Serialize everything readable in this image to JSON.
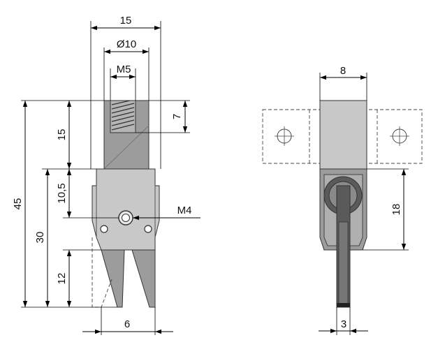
{
  "front_view": {
    "dim_overall_width": "15",
    "dim_diameter": "Ø10",
    "dim_thread": "M5",
    "dim_thread_length": "7",
    "dim_upper_height": "15",
    "dim_overall_height": "45",
    "dim_mid": "10,5",
    "dim_lower": "30",
    "dim_jaw": "12",
    "dim_screw": "M4",
    "dim_jaw_width": "6"
  },
  "side_view": {
    "dim_width": "8",
    "dim_height": "18",
    "dim_finger": "3"
  }
}
